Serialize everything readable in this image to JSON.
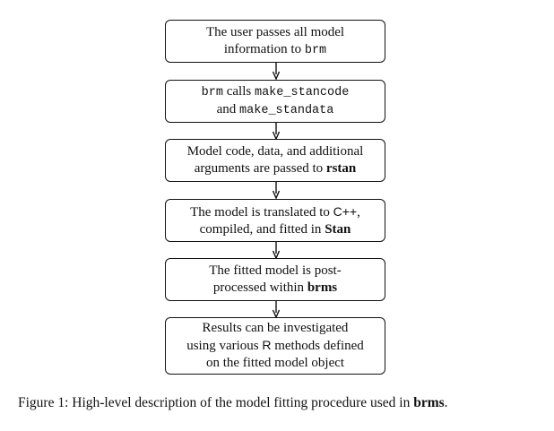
{
  "boxes": [
    {
      "lines": [
        [
          {
            "text": "The user passes all model",
            "style": "serif"
          }
        ],
        [
          {
            "text": "information to ",
            "style": "serif"
          },
          {
            "text": "brm",
            "style": "mono"
          }
        ]
      ]
    },
    {
      "lines": [
        [
          {
            "text": "brm",
            "style": "mono"
          },
          {
            "text": " calls ",
            "style": "serif"
          },
          {
            "text": "make_stancode",
            "style": "mono"
          }
        ],
        [
          {
            "text": "and ",
            "style": "serif"
          },
          {
            "text": "make_standata",
            "style": "mono"
          }
        ]
      ]
    },
    {
      "lines": [
        [
          {
            "text": "Model code, data, and additional",
            "style": "serif"
          }
        ],
        [
          {
            "text": "arguments are passed to ",
            "style": "serif"
          },
          {
            "text": "rstan",
            "style": "bold"
          }
        ]
      ]
    },
    {
      "lines": [
        [
          {
            "text": "The model is translated to ",
            "style": "serif"
          },
          {
            "text": "C++",
            "style": "sans"
          },
          {
            "text": ",",
            "style": "serif"
          }
        ],
        [
          {
            "text": "compiled, and fitted in ",
            "style": "serif"
          },
          {
            "text": "Stan",
            "style": "bold"
          }
        ]
      ]
    },
    {
      "lines": [
        [
          {
            "text": "The fitted model is post-",
            "style": "serif"
          }
        ],
        [
          {
            "text": "processed within ",
            "style": "serif"
          },
          {
            "text": "brms",
            "style": "bold"
          }
        ]
      ]
    },
    {
      "lines": [
        [
          {
            "text": "Results can be investigated",
            "style": "serif"
          }
        ],
        [
          {
            "text": "using various ",
            "style": "serif"
          },
          {
            "text": "R",
            "style": "sans"
          },
          {
            "text": " methods defined",
            "style": "serif"
          }
        ],
        [
          {
            "text": "on the fitted model object",
            "style": "serif"
          }
        ]
      ]
    }
  ],
  "caption": {
    "prefix": "Figure 1: High-level description of the model fitting procedure used in ",
    "emphasis": "brms",
    "suffix": "."
  },
  "colors": {
    "stroke": "#111111",
    "background": "#ffffff"
  }
}
